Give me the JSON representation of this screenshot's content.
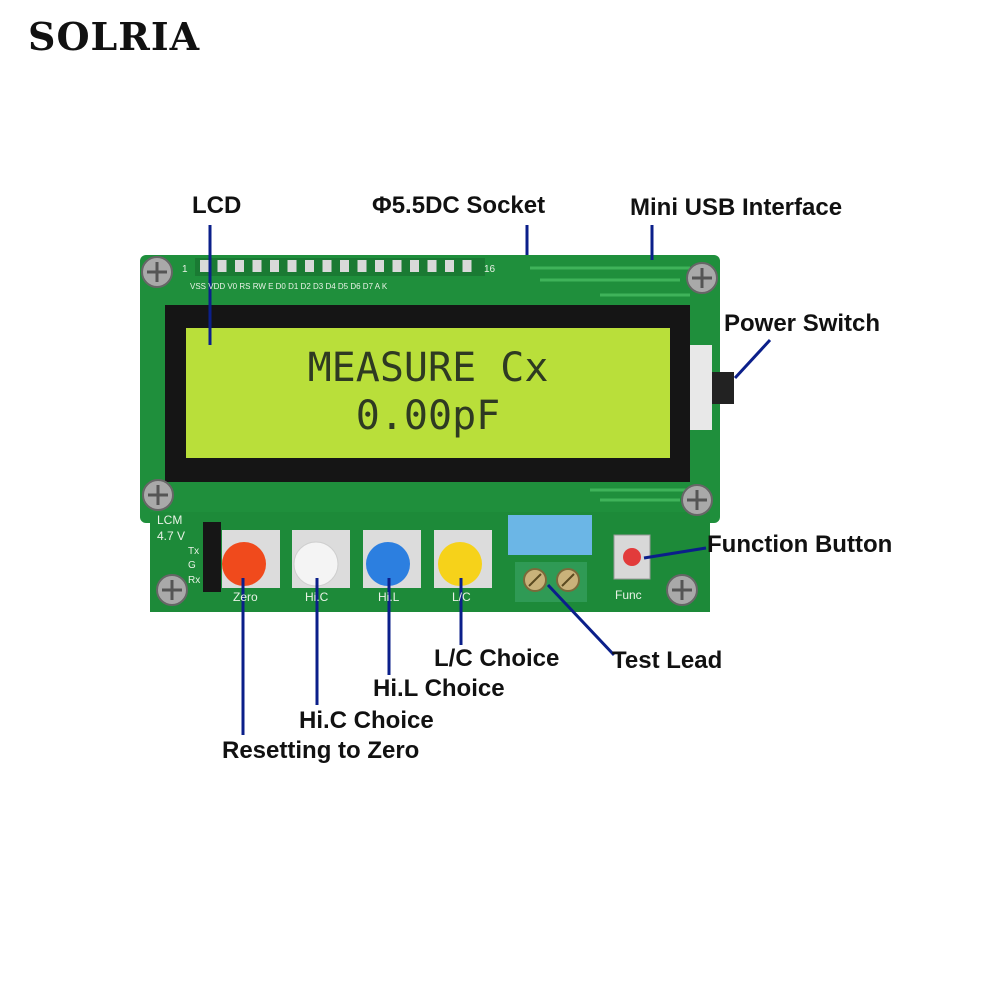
{
  "brand": "SOLRIA",
  "lcd_display": {
    "line1": "MEASURE Cx",
    "line2": "0.00pF"
  },
  "silkscreen": {
    "pin_1": "1",
    "pin_16": "16",
    "pin_labels": "VSS VDD V0 RS RW E D0 D1 D2 D3 D4 D5 D6 D7 A K",
    "lcm": "LCM",
    "voltage": "4.7 V",
    "pin_tx": "Tx",
    "pin_g": "G",
    "pin_rx": "Rx",
    "btn_zero": "Zero",
    "btn_hic": "Hi.C",
    "btn_hil": "Hi.L",
    "btn_lc": "L/C",
    "btn_func": "Func"
  },
  "callouts": {
    "lcd": "LCD",
    "dc_socket": "Φ5.5DC Socket",
    "usb": "Mini USB Interface",
    "power_switch": "Power Switch",
    "function_button": "Function Button",
    "test_lead": "Test Lead",
    "lc_choice": "L/C Choice",
    "hil_choice": "Hi.L Choice",
    "hic_choice": "Hi.C Choice",
    "zero": "Resetting to Zero"
  },
  "colors": {
    "pcb": "#1f8f3c",
    "lcd_screen": "#b9df3a",
    "leader_line": "#0b1f8a",
    "btn_zero": "#f04a1c",
    "btn_hic": "#f4f4f4",
    "btn_hil": "#2c7fe0",
    "btn_lc": "#f6d21a",
    "btn_func": "#e23b3b",
    "terminal": "#2f9a55",
    "jumper_box": "#6bb6e6"
  }
}
